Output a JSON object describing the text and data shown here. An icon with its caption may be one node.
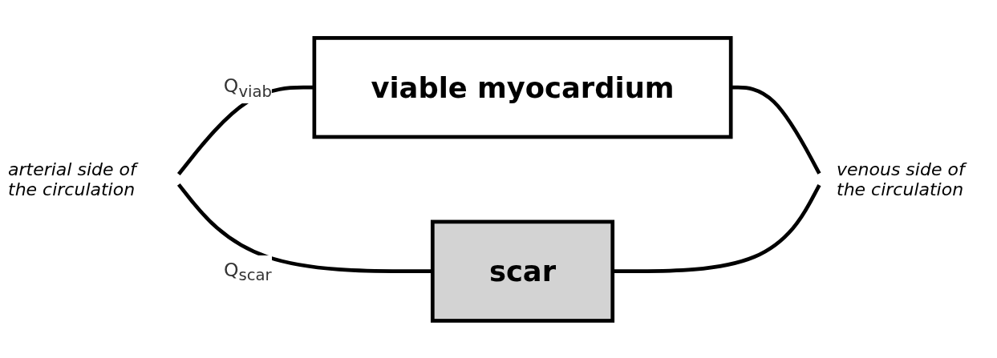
{
  "diagram": {
    "nodes": [
      {
        "text": [
          "viable myocardium"
        ]
      },
      {
        "text": [
          "scar"
        ]
      }
    ],
    "edges": [
      {
        "from": null,
        "to": 0,
        "arrow": "none",
        "label": "Q$_{viab}$"
      },
      {
        "from": null,
        "to": 1,
        "arrow": "none",
        "label": "Q$_{scar}$"
      },
      {
        "from": 0,
        "to": null,
        "arrow": "none"
      },
      {
        "from": 1,
        "to": null,
        "arrow": "none"
      }
    ],
    "labels": [
      "arterial side of the circulation",
      "venous side of the circulation"
    ]
  }
}
